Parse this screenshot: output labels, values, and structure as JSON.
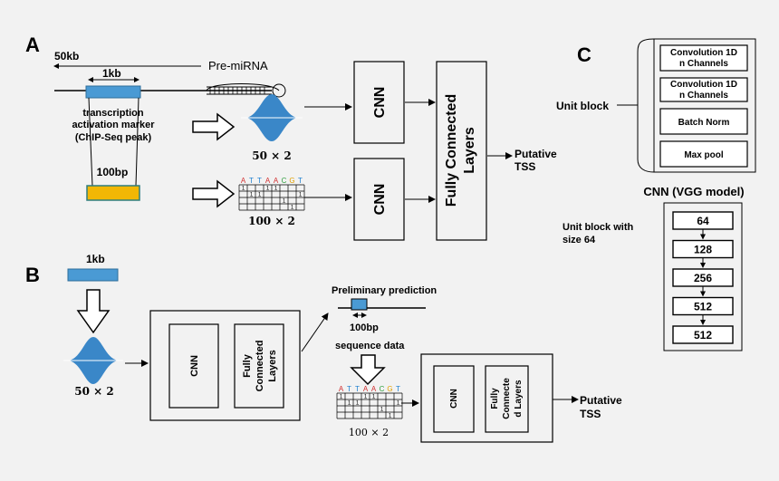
{
  "panel_a": {
    "letter": "A",
    "distance": "50kb",
    "pre_mirna": "Pre-miRNA",
    "window": "1kb",
    "marker": [
      "transcription",
      "activation marker",
      "(ChIP-Seq peak)"
    ],
    "subwindow": "100bp",
    "dim_peak": "50 × 2",
    "dim_seq": "100 × 2",
    "cnn_top": "CNN",
    "cnn_bottom": "CNN",
    "fc": [
      "Fully Connected",
      "Layers"
    ],
    "output": [
      "Putative",
      "TSS"
    ],
    "seq_letters": [
      "A",
      "T",
      "T",
      "A",
      "A",
      "C",
      "G",
      "T"
    ]
  },
  "panel_b": {
    "letter": "B",
    "window": "1kb",
    "dim_peak": "50 × 2",
    "cnn": "CNN",
    "fc": [
      "Fully",
      "Connected",
      "Layers"
    ],
    "prelim": "Preliminary prediction",
    "subwindow": "100bp",
    "seq_data": "sequence data",
    "dim_seq": "100 × 2",
    "cnn2": "CNN",
    "fc2": [
      "Fully",
      "Connecte",
      "d Layers"
    ],
    "output": [
      "Putative",
      "TSS"
    ],
    "seq_letters": [
      "A",
      "T",
      "T",
      "A",
      "A",
      "C",
      "G",
      "T"
    ]
  },
  "panel_c": {
    "letter": "C",
    "unit_block_label": "Unit block",
    "unit_layers": [
      [
        "Convolution 1D",
        "n Channels"
      ],
      [
        "Convolution 1D",
        "n Channels"
      ],
      [
        "Batch Norm"
      ],
      [
        "Max pool"
      ]
    ],
    "vgg_title": "CNN (VGG model)",
    "size_label": [
      "Unit block with",
      "size 64"
    ],
    "vgg_blocks": [
      "64",
      "128",
      "256",
      "512",
      "512"
    ]
  },
  "colors": {
    "window_fill": "#4a9ad4",
    "subwindow_fill": "#f2b705",
    "subwindow_border": "#2e7d7d",
    "peak_fill": "#3a87c8",
    "box_stroke": "#000000",
    "seq_letter_colors": [
      "#d23030",
      "#1e7fd0",
      "#1e7fd0",
      "#d23030",
      "#d23030",
      "#2e9e3c",
      "#e0a000",
      "#1e7fd0"
    ]
  }
}
